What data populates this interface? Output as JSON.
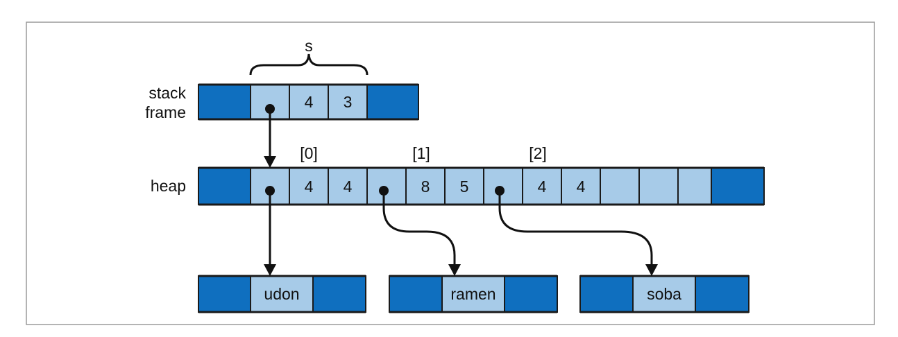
{
  "stack": {
    "label_line1": "stack",
    "label_line2": "frame",
    "brace_label": "s",
    "cells": [
      "",
      "4",
      "3"
    ]
  },
  "heap": {
    "label": "heap",
    "indices": [
      "[0]",
      "[1]",
      "[2]"
    ],
    "cells": [
      "",
      "4",
      "4",
      "",
      "8",
      "5",
      "",
      "4",
      "4",
      "",
      "",
      ""
    ]
  },
  "strings": [
    {
      "text": "udon"
    },
    {
      "text": "ramen"
    },
    {
      "text": "soba"
    }
  ],
  "colors": {
    "dark_cell": "#0f6fbf",
    "light_cell": "#a7cbe8",
    "border": "#1a1a1a"
  }
}
